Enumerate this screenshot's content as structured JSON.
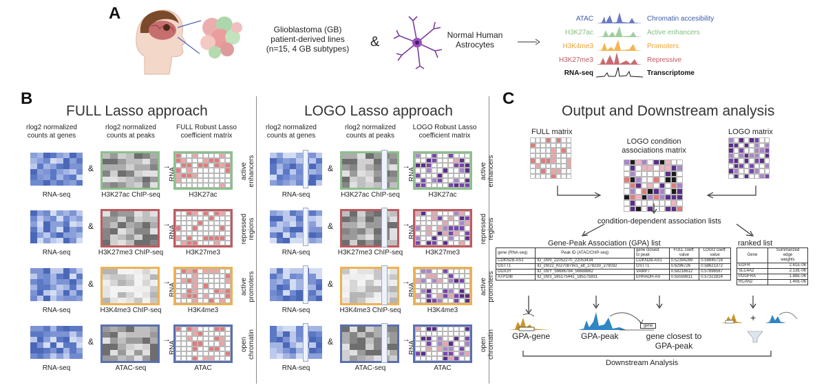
{
  "panel_a": {
    "letter": "A",
    "gb_text": [
      "Glioblastoma (GB)",
      "patient-derived lines",
      "(n=15, 4 GB subtypes)"
    ],
    "ampersand": "&",
    "nha_text": [
      "Normal Human",
      "Astrocytes"
    ],
    "tracks": [
      {
        "mark": "ATAC",
        "meaning": "Chromatin accesibility",
        "color": "#3b5ba9"
      },
      {
        "mark": "H3K27ac",
        "meaning": "Active enhancers",
        "color": "#7fbf7f"
      },
      {
        "mark": "H3K4me3",
        "meaning": "Promoters",
        "color": "#f0a030"
      },
      {
        "mark": "H3K27me3",
        "meaning": "Repressive",
        "color": "#c0595f"
      },
      {
        "mark": "RNA-seq",
        "meaning": "Transcriptome",
        "color": "#111111"
      }
    ]
  },
  "panel_b": {
    "letter": "B",
    "full": {
      "title": "FULL Lasso approach",
      "col_headers": [
        "rlog2 normalized\ncounts at genes",
        "rlog2 normalized\ncounts at peaks",
        "FULL Robust Lasso\ncoefficient matrix"
      ]
    },
    "logo": {
      "title": "LOGO Lasso approach",
      "col_headers": [
        "rlog2 normalized\ncounts at genes",
        "rlog2 normalized\ncounts at peaks",
        "LOGO Robust Lasso\ncoefficient matrix"
      ]
    },
    "rows": [
      {
        "peak_label": "H3K27ac ChIP-seq",
        "coef_label": "H3K27ac",
        "side": "active\nenhancers",
        "color": "#8cc08c"
      },
      {
        "peak_label": "H3K27me3 ChIP-seq",
        "coef_label": "H3K27me3",
        "side": "repressed\nregions",
        "color": "#c0595f"
      },
      {
        "peak_label": "H3K4me3 ChIP-seq",
        "coef_label": "H3K4me3",
        "side": "active\npromoters",
        "color": "#f0b050"
      },
      {
        "peak_label": "ATAC-seq",
        "coef_label": "ATAC",
        "side": "open\nchromatin",
        "color": "#5a6fb0"
      }
    ],
    "rna_label": "RNA-seq",
    "rna_axis": "RNA",
    "ampersand": "&",
    "arrow": "→"
  },
  "panel_c": {
    "letter": "C",
    "title": "Output and Downstream analysis",
    "full_matrix": "FULL matrix",
    "logo_matrix": "LOGO matrix",
    "logo_condition": [
      "LOGO condition",
      "associations matrix"
    ],
    "cond_lists": "condition-dependent association lists",
    "gpa_title": "Gene-Peak Association (GPA) list",
    "ranked_title": "ranked list",
    "gpa_headers": [
      "gene (RNA-seq)",
      "Peak ID (ATAC/ChIP-seq)",
      "gene closest\nto peak",
      "FULL coeff.\nvalue",
      "LOGO coeff.\nvalue"
    ],
    "gpa_rows": [
      [
        "CDKN2B-AS1",
        "ID_chr9_22052270_22053434",
        "CDKN2B-AS1",
        "0.52394269",
        "0.59845718"
      ],
      [
        "GSTT1",
        "ID_chr22_KI270879v1_alt_278230_279032",
        "GSTT1",
        "0.6296726",
        "0.58621372"
      ],
      [
        "DDX3Y",
        "ID_chrY_56686784_56688862",
        "VAMP7",
        "0.58218612",
        "0.57898567"
      ],
      [
        "ATP10B",
        "ID_chr3_185175441_185175931",
        "EHHADH-AS",
        "0.55559611",
        "0.57321824"
      ]
    ],
    "ranked_headers": [
      "Gene",
      "Summarized\nedge\nweights"
    ],
    "ranked_rows": [
      [
        "EGFR",
        "2.61E-06"
      ],
      [
        "SLC4A2",
        "2.13E-06"
      ],
      [
        "PDGFRA",
        "1.88E-06"
      ],
      [
        "RCAN2",
        "1.40E-06"
      ]
    ],
    "gpa_gene": "GPA-gene",
    "gpa_peak": "GPA-peak",
    "gene_closest": [
      "gene closest to",
      "GPA-peak"
    ],
    "gene_tag": "gene",
    "plus": "+",
    "downstream": "Downstream Analysis"
  }
}
